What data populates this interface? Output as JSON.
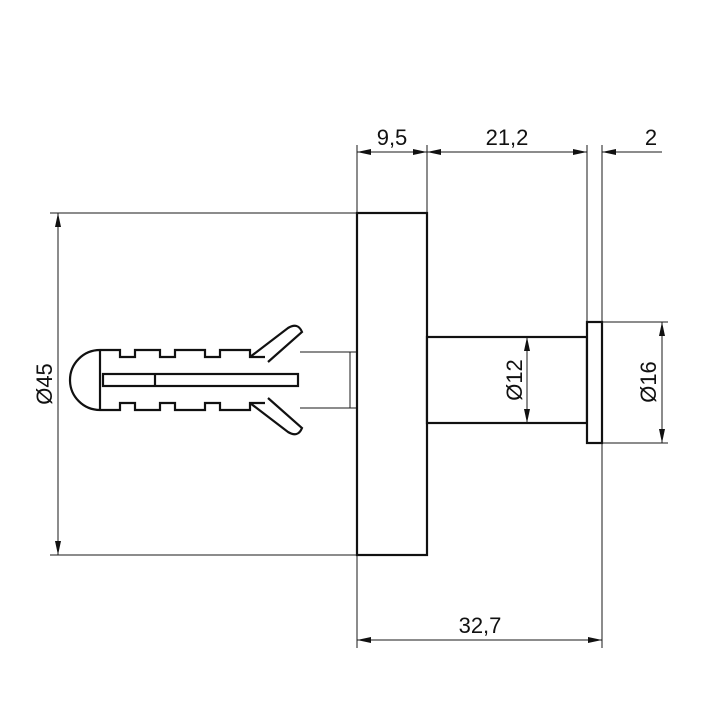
{
  "dimensions": {
    "base_thickness": "9,5",
    "stem_length": "21,2",
    "cap_thickness": "2",
    "total_depth": "32,7",
    "base_diameter": "Ø45",
    "stem_diameter": "Ø12",
    "cap_diameter": "Ø16"
  }
}
